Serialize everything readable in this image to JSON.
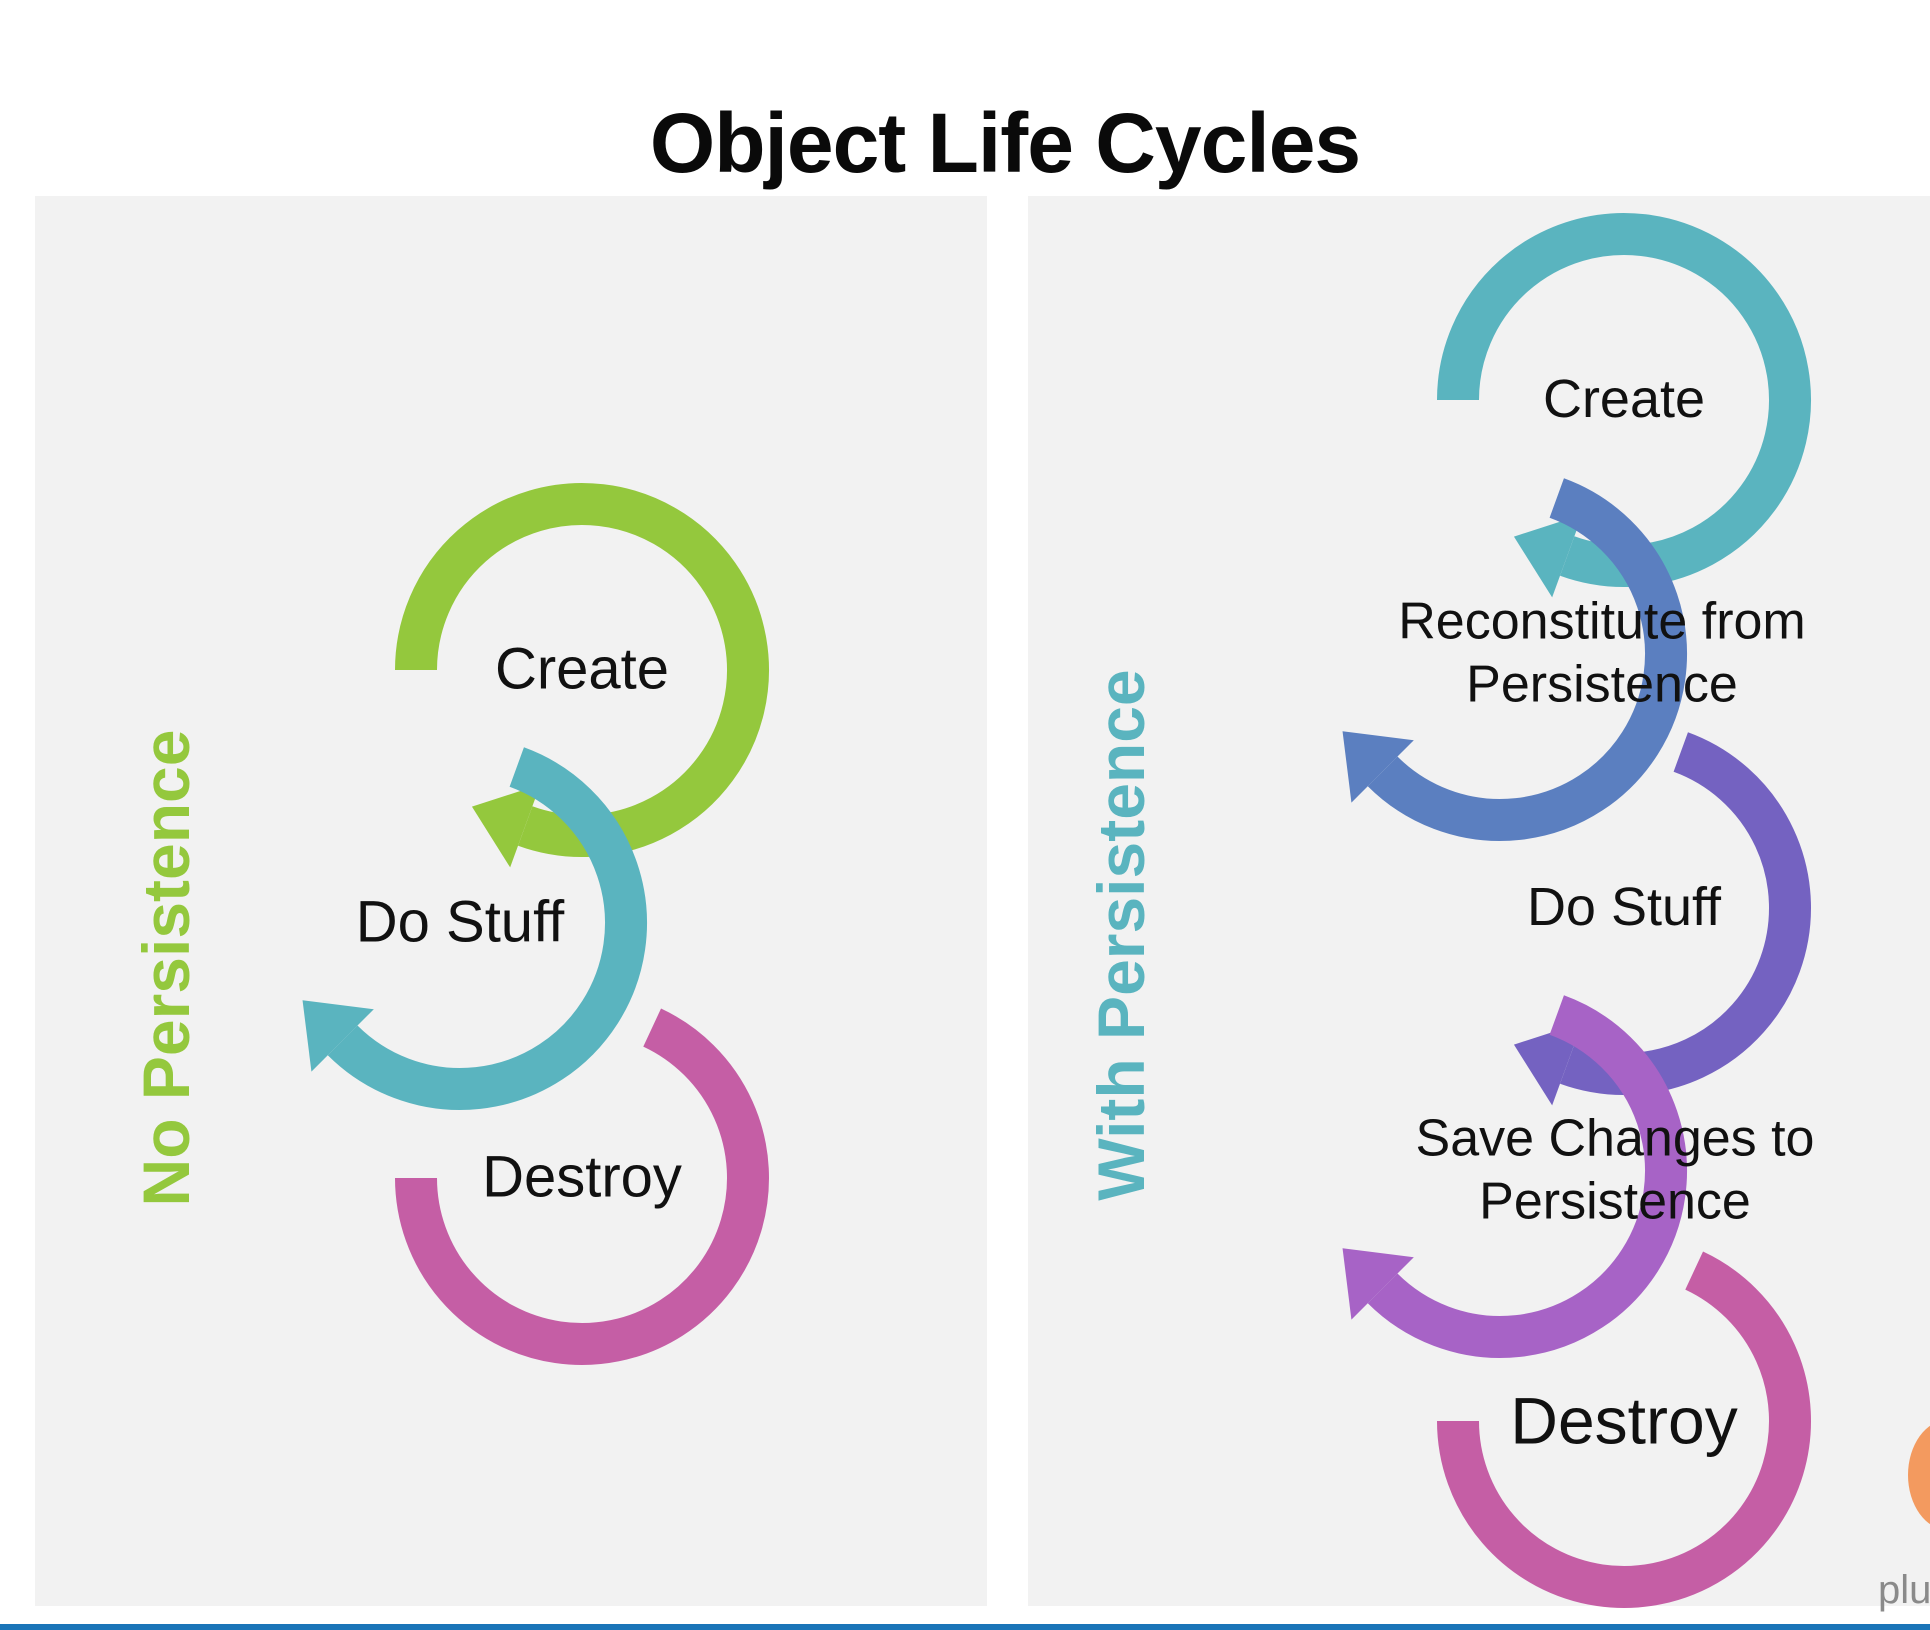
{
  "title": "Object Life Cycles",
  "panels": {
    "left": {
      "label": "No Persistence",
      "label_color": "#94c83d",
      "steps": [
        "Create",
        "Do Stuff",
        "Destroy"
      ]
    },
    "right": {
      "label": "With Persistence",
      "label_color": "#5ab4bf",
      "steps": [
        "Create",
        "Reconstitute from Persistence",
        "Do Stuff",
        "Save Changes to Persistence",
        "Destroy"
      ]
    }
  },
  "colors": {
    "green": "#94c83d",
    "teal": "#5ab4bf",
    "blue": "#5b7fc0",
    "purple": "#7462c1",
    "violet": "#a763c6",
    "magenta": "#c55ea5"
  },
  "logo_text": "plu"
}
